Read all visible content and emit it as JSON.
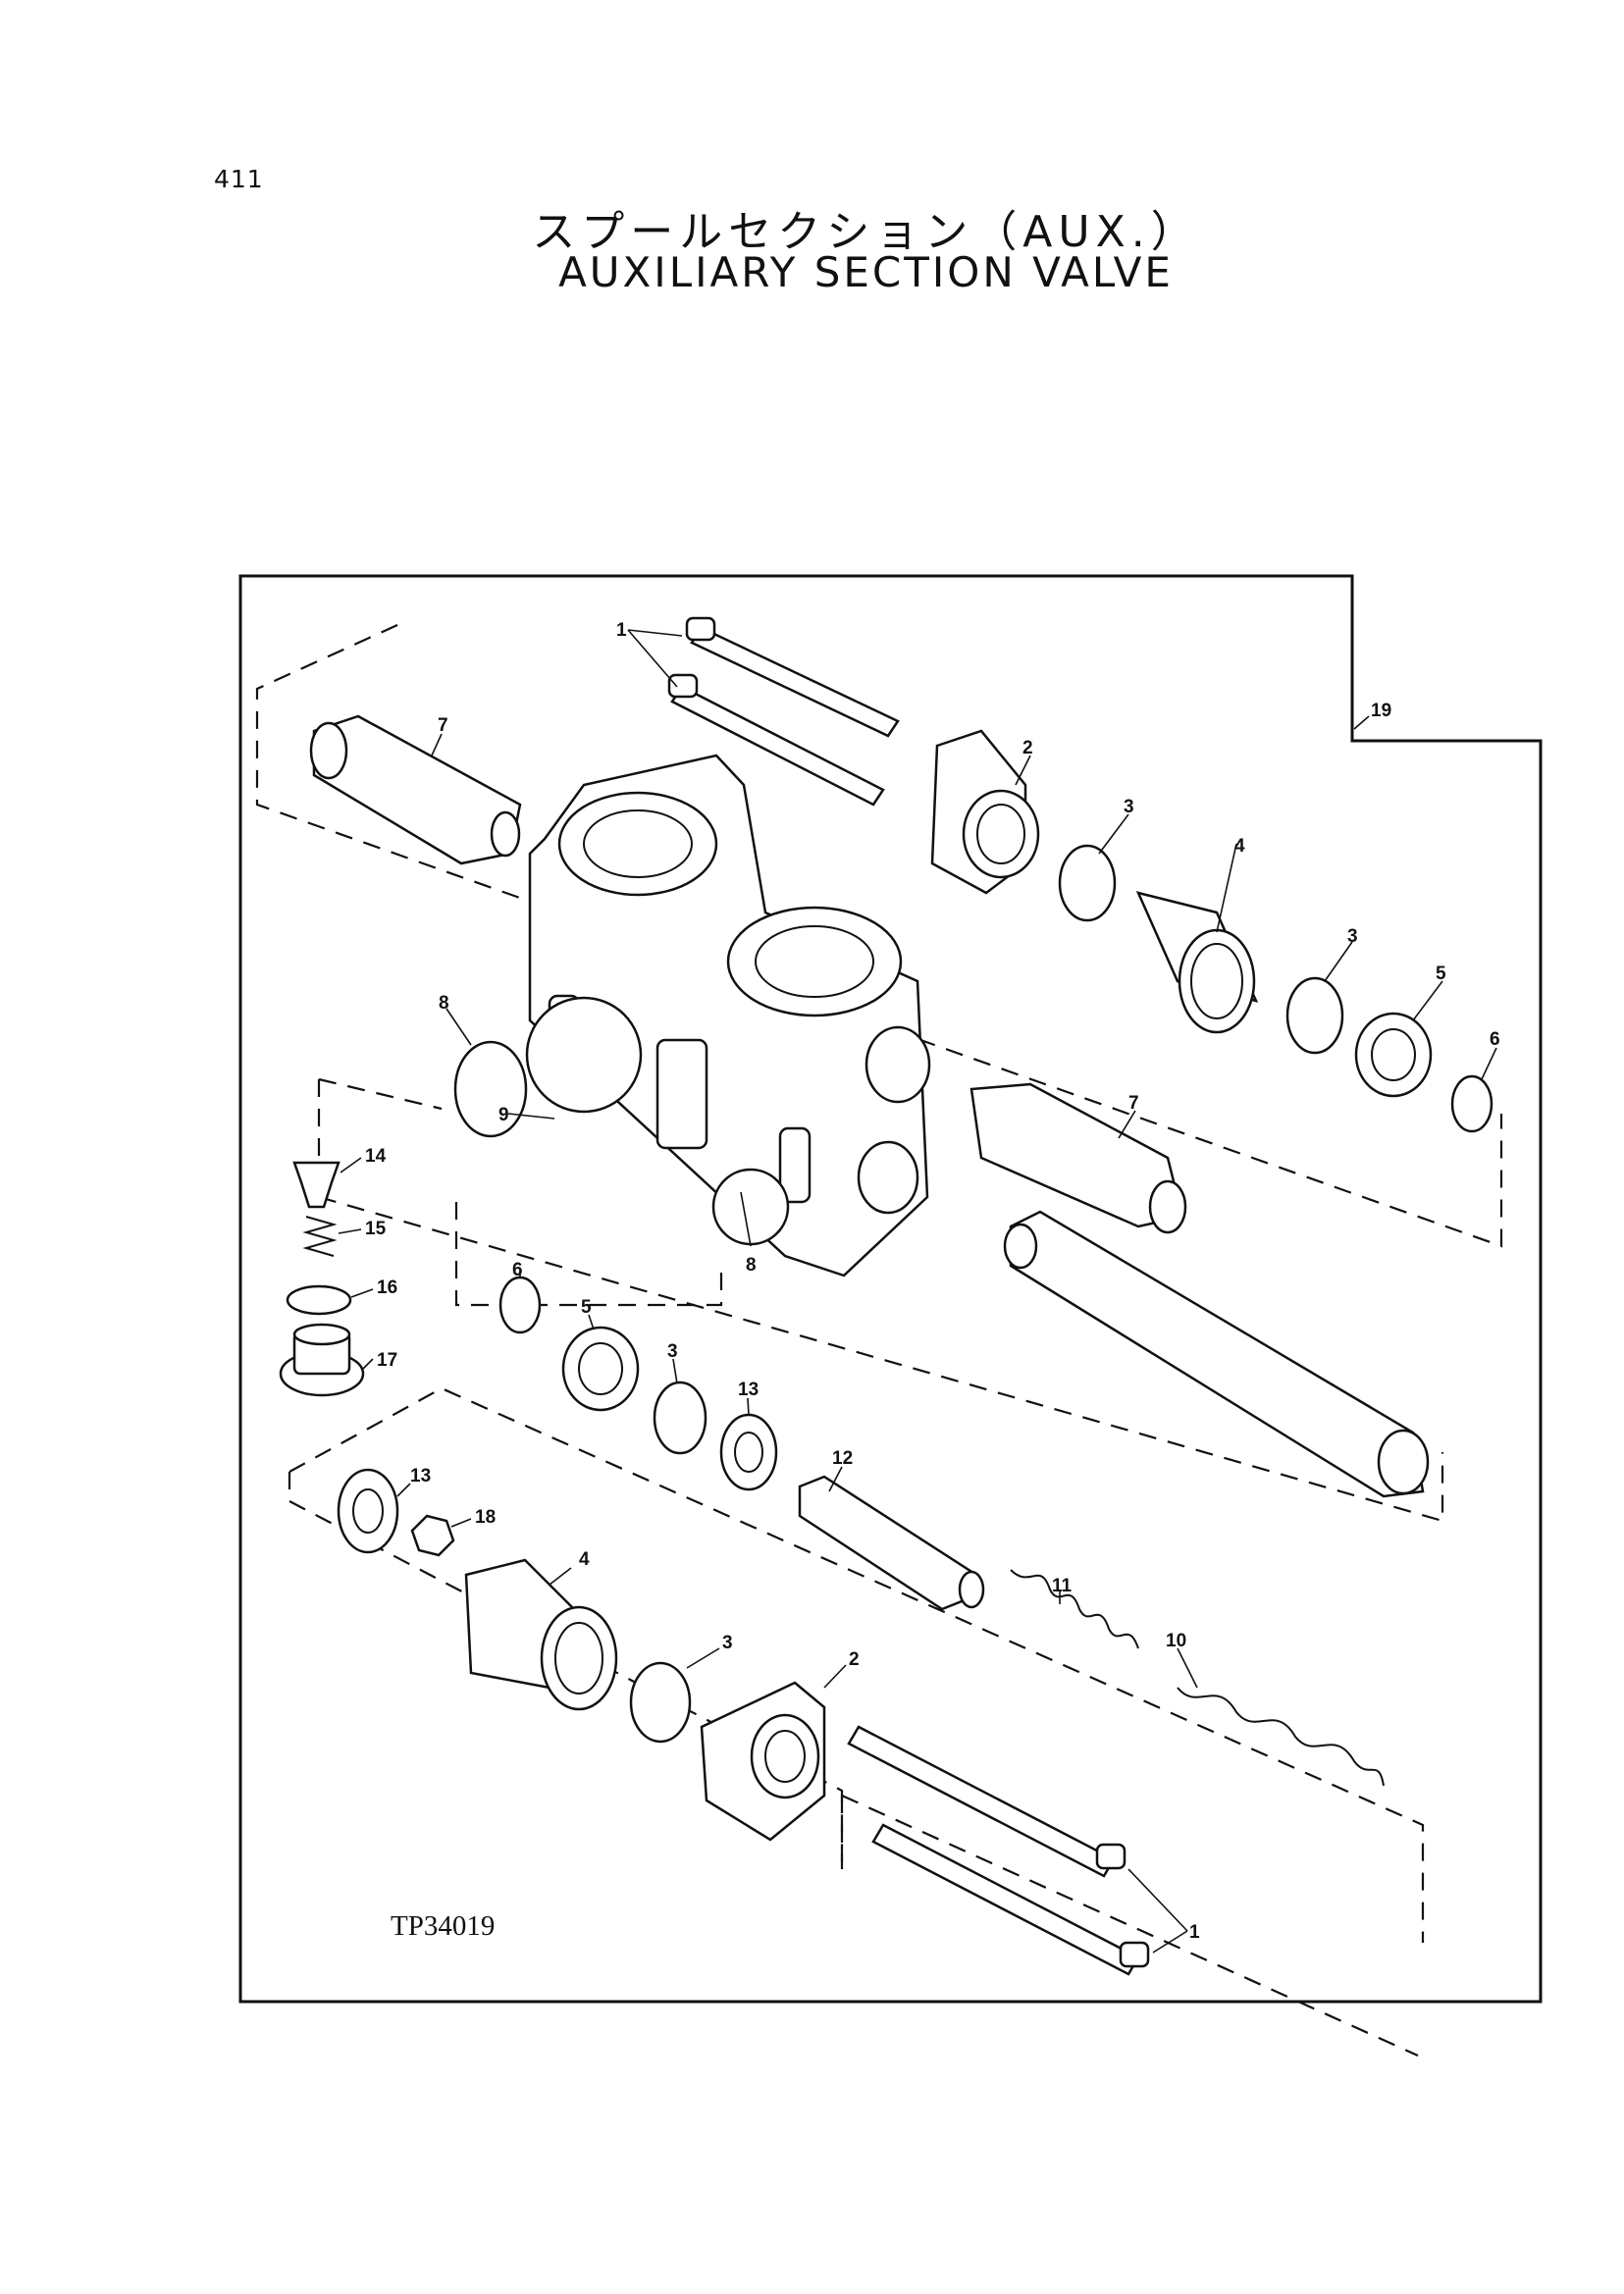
{
  "page": {
    "number": "411",
    "title_jp": "スプールセクション（AUX.）",
    "title_en": "AUXILIARY SECTION VALVE",
    "drawing_number": "TP34019"
  },
  "callouts": [
    {
      "id": "c1a",
      "label": "1"
    },
    {
      "id": "c1b",
      "label": "1"
    },
    {
      "id": "c2a",
      "label": "2"
    },
    {
      "id": "c2b",
      "label": "2"
    },
    {
      "id": "c3a",
      "label": "3"
    },
    {
      "id": "c3b",
      "label": "3"
    },
    {
      "id": "c3c",
      "label": "3"
    },
    {
      "id": "c3d",
      "label": "3"
    },
    {
      "id": "c4a",
      "label": "4"
    },
    {
      "id": "c4b",
      "label": "4"
    },
    {
      "id": "c5a",
      "label": "5"
    },
    {
      "id": "c5b",
      "label": "5"
    },
    {
      "id": "c6a",
      "label": "6"
    },
    {
      "id": "c6b",
      "label": "6"
    },
    {
      "id": "c7a",
      "label": "7"
    },
    {
      "id": "c7b",
      "label": "7"
    },
    {
      "id": "c8a",
      "label": "8"
    },
    {
      "id": "c8b",
      "label": "8"
    },
    {
      "id": "c9",
      "label": "9"
    },
    {
      "id": "c10",
      "label": "10"
    },
    {
      "id": "c11",
      "label": "11"
    },
    {
      "id": "c12",
      "label": "12"
    },
    {
      "id": "c13a",
      "label": "13"
    },
    {
      "id": "c13b",
      "label": "13"
    },
    {
      "id": "c14",
      "label": "14"
    },
    {
      "id": "c15",
      "label": "15"
    },
    {
      "id": "c16",
      "label": "16"
    },
    {
      "id": "c17",
      "label": "17"
    },
    {
      "id": "c18",
      "label": "18"
    },
    {
      "id": "c19",
      "label": "19"
    }
  ]
}
